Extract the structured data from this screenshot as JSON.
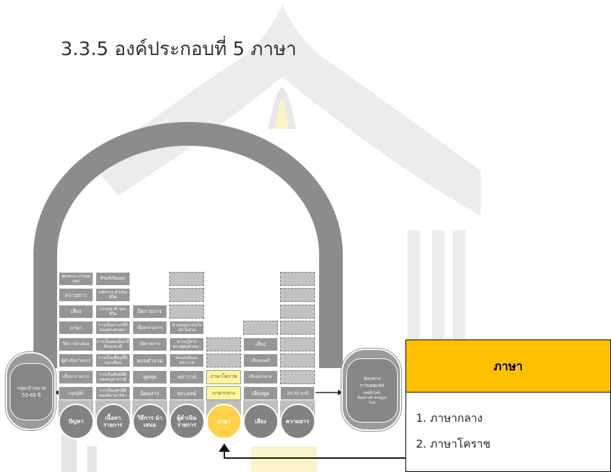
{
  "heading": "3.3.5  องค์ประกอบที่ 5  ภาษา",
  "colors": {
    "highlight": "#ffd24a",
    "header": "#ffc000",
    "cell": "#969696"
  },
  "left_pill": {
    "line1": "กลุ่มเป้าหมาย",
    "line2": "55-65 ปี"
  },
  "right_pill": {
    "line1": "ช่องทาง",
    "line2": "การเผยแพร่",
    "sub1": "เฟซบุ๊กไลฟ์,",
    "sub2": "พ็อดคาสท์ ช่องยูทูป",
    "sub3": "ไลน์"
  },
  "columns": [
    {
      "label": "ปัญหา",
      "cells": [
        {
          "text": "กลุ่มผู้ฟัง"
        },
        {
          "text": "เนื้อหารายการ"
        },
        {
          "text": "ผู้ดำเนินรายการ"
        },
        {
          "text": "วิธีการนำเสนอ"
        },
        {
          "text": "ภาษา"
        },
        {
          "text": "เสียง"
        },
        {
          "text": "ความยาว"
        },
        {
          "text": "ช่องทาง การเผยแพร่"
        }
      ]
    },
    {
      "label": "เนื้อหา รายการ",
      "cells": [
        {
          "text": "การเป็นบุตรที่ดี ของบิดามารดา"
        },
        {
          "text": "การเป็นศิษย์ที่ดี ของครูอาจารย์"
        },
        {
          "text": "การเป็นเพื่อนที่ดี ของเพื่อน"
        },
        {
          "text": "การเป็นพลเมือง ที่ดีของชาติ"
        },
        {
          "text": "การเป็นสาวกที่ดี ของพระศาสดา"
        },
        {
          "text": "ธรรมชาติ ของชีวิต"
        },
        {
          "text": "หลักการ ดำเนินชีวิต"
        },
        {
          "text": "ชีวิตที่เปี่ยมสุข"
        }
      ]
    },
    {
      "label": "วิธีการ นำเสนอ",
      "cells": [
        {
          "text": "นิตยสาร"
        },
        {
          "text": "พูดคุย"
        },
        {
          "text": "ตอบคำถาม"
        },
        {
          "text": "เปิดรายการ"
        },
        {
          "text": "เนื้อหารายการ"
        },
        {
          "text": "ปิดรายการ"
        }
      ]
    },
    {
      "label": "ผู้ดำเนิน รายการ",
      "cells": [
        {
          "text": "พระสงฆ์"
        },
        {
          "text": "ฆราวาส"
        },
        {
          "text": "พระสงฆ์และ ฆราวาส"
        },
        {
          "text": "ความรู้ทาง พระพุทธศาสนา"
        },
        {
          "text": "นำเสนอน่าสนใจ เข้าใจง่าย"
        },
        {
          "text": ""
        },
        {
          "text": ""
        },
        {
          "text": ""
        }
      ]
    },
    {
      "label": "ภาษา",
      "cells": [
        {
          "text": "ภาษากลาง"
        },
        {
          "text": "ภาษาโคราช"
        },
        {
          "text": ""
        },
        {
          "text": ""
        }
      ]
    },
    {
      "label": "เสียง",
      "cells": [
        {
          "text": "เสียงพูด"
        },
        {
          "text": "เสียงบรรยาย"
        },
        {
          "text": "เสียงดนตรี"
        },
        {
          "text": "เสียง"
        },
        {
          "text": ""
        }
      ]
    },
    {
      "label": "ความยาว",
      "cells": [
        {
          "text": "20-30 นาที"
        },
        {
          "text": ""
        },
        {
          "text": ""
        },
        {
          "text": ""
        },
        {
          "text": ""
        },
        {
          "text": ""
        },
        {
          "text": ""
        },
        {
          "text": ""
        }
      ]
    }
  ],
  "popup": {
    "title": "ภาษา",
    "items": [
      "1. ภาษากลาง",
      "2. ภาษาโคราช"
    ]
  }
}
